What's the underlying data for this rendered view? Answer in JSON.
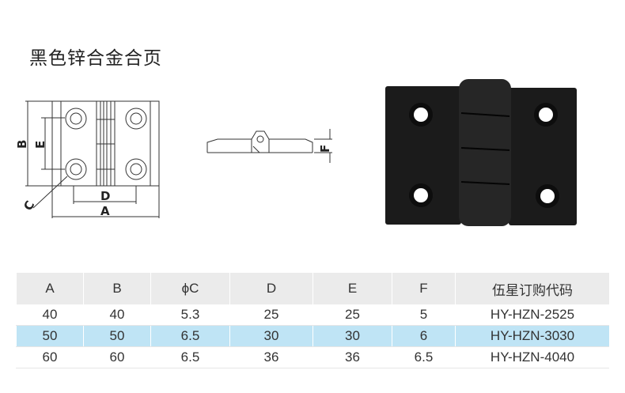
{
  "title": "黑色锌合金合页",
  "drawing_labels": {
    "a": "A",
    "b": "B",
    "c": "C",
    "d": "D",
    "e": "E",
    "f": "F"
  },
  "table": {
    "headers": [
      "A",
      "B",
      "ϕC",
      "D",
      "E",
      "F",
      "伍星订购代码"
    ],
    "rows": [
      [
        "40",
        "40",
        "5.3",
        "25",
        "25",
        "5",
        "HY-HZN-2525"
      ],
      [
        "50",
        "50",
        "6.5",
        "30",
        "30",
        "6",
        "HY-HZN-3030"
      ],
      [
        "60",
        "60",
        "6.5",
        "36",
        "36",
        "6.5",
        "HY-HZN-4040"
      ]
    ],
    "highlight_row": 1
  },
  "colors": {
    "highlight": "#bfe4f5",
    "header_bg": "#ebebeb"
  }
}
